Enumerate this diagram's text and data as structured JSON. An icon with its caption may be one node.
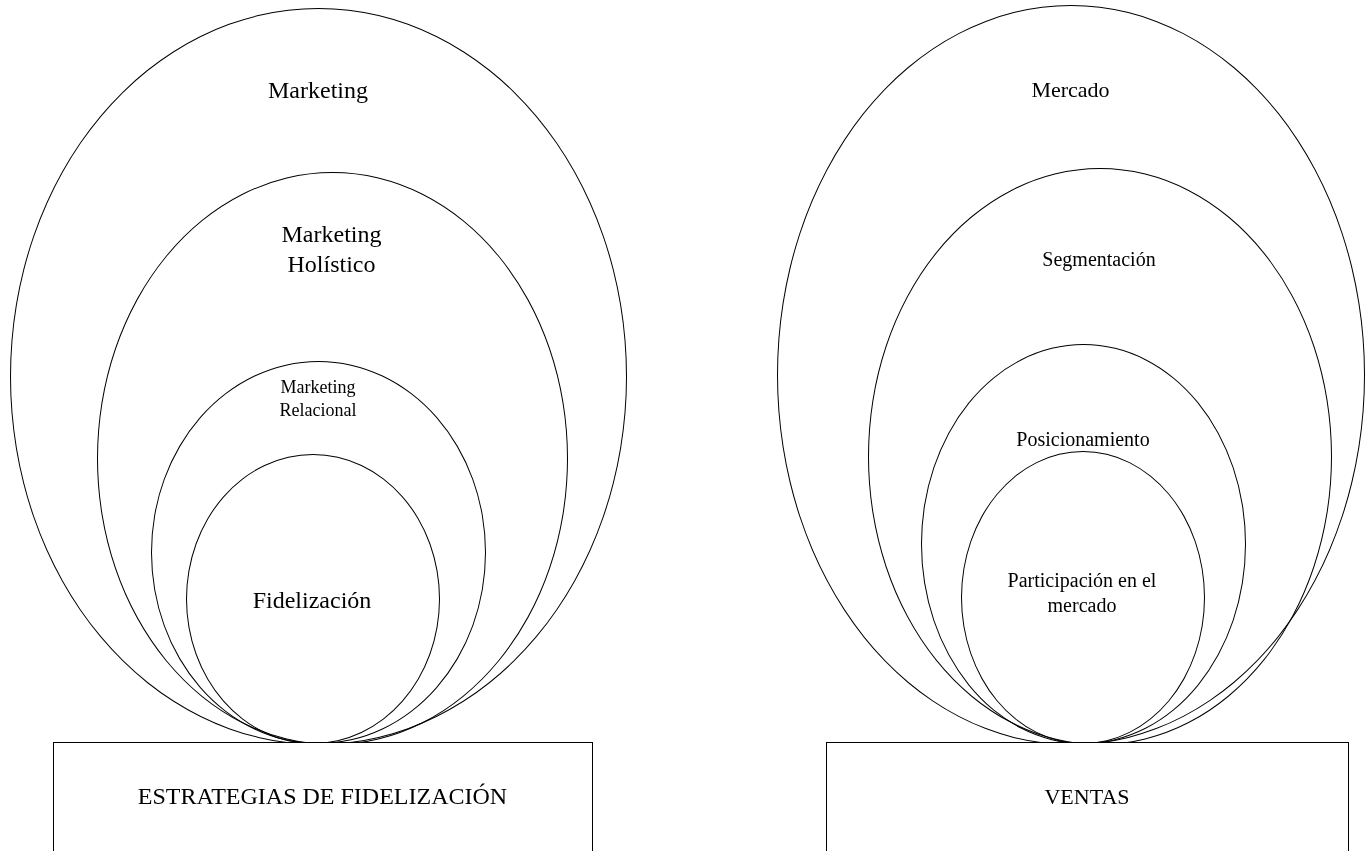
{
  "diagram": {
    "nodes": [
      {
        "text": [
          "Marketing"
        ]
      },
      {
        "text": [
          "Marketing Holístico"
        ],
        "in": 0
      },
      {
        "text": [
          "Marketing Relacional"
        ],
        "in": 1
      },
      {
        "text": [
          "Fidelización"
        ],
        "in": 2
      },
      {
        "text": [
          "ESTRATEGIAS DE FIDELIZACIÓN"
        ]
      },
      {
        "text": [
          "Mercado"
        ]
      },
      {
        "text": [
          "Segmentación"
        ],
        "in": 5
      },
      {
        "text": [
          "Posicionamiento"
        ],
        "in": 6
      },
      {
        "text": [
          "Participación en el mercado"
        ],
        "in": 7
      },
      {
        "text": [
          "VENTAS"
        ]
      }
    ]
  }
}
